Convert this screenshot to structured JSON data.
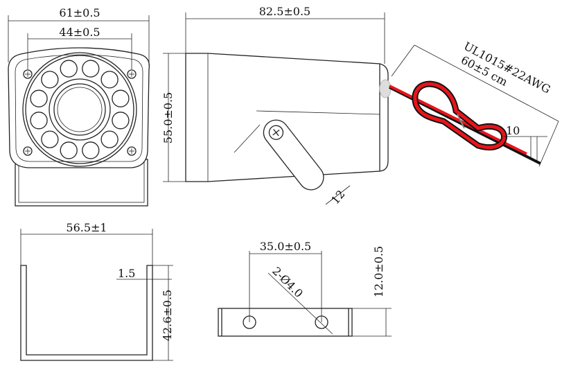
{
  "front_view": {
    "width_dim": "61±0.5",
    "hole_spacing_dim": "44±0.5"
  },
  "side_view": {
    "length_dim": "82.5±0.5",
    "height_dim": "55.0±0.5",
    "bracket_dim": "12"
  },
  "cable": {
    "spec": "UL1015#22AWG",
    "length_dim": "60±5 cm",
    "strip_dim": "10",
    "colors": {
      "red": "#e8141b",
      "black": "#111111"
    }
  },
  "bracket_front": {
    "width_dim": "56.5±1",
    "thickness_dim": "1.5",
    "height_dim": "42.6±0.5"
  },
  "bracket_base": {
    "hole_spacing_dim": "35.0±0.5",
    "hole_dim": "2-Ø4.0",
    "width_dim": "12.0±0.5"
  }
}
